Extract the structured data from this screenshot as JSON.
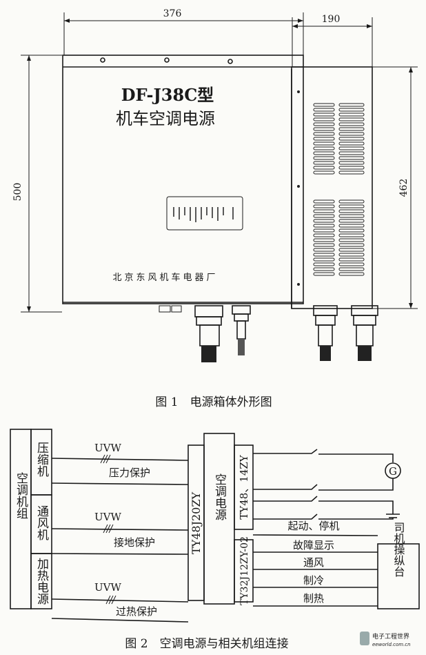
{
  "figure1": {
    "dim_width_front": "376",
    "dim_height_front": "500",
    "dim_width_side": "190",
    "dim_height_side": "462",
    "model": "DF-J38C型",
    "product_name": "机车空调电源",
    "manufacturer": "北京东风机车电器厂",
    "caption": "图 1　电源箱体外形图"
  },
  "figure2": {
    "unit_group": "空调机组",
    "compressor": "压缩机",
    "fan": "通风机",
    "heater_power": "加热电源",
    "uvw": "UVW",
    "pressure_protection": "压力保护",
    "ground_protection": "接地保护",
    "overheat_protection": "过热保护",
    "connector_left": "TY48J20ZY",
    "power_supply": "空调电源",
    "connector_top_right": "TY48、14ZY",
    "connector_bottom_right": "TY32J12ZY-02",
    "generator_symbol": "G",
    "signals": [
      "起动、停机",
      "故障显示",
      "通风",
      "制冷",
      "制热"
    ],
    "driver_console": "司机操纵台",
    "caption": "图 2　空调电源与相关机组连接"
  },
  "watermark": {
    "name": "电子工程世界",
    "url": "eeworld.com.cn"
  }
}
